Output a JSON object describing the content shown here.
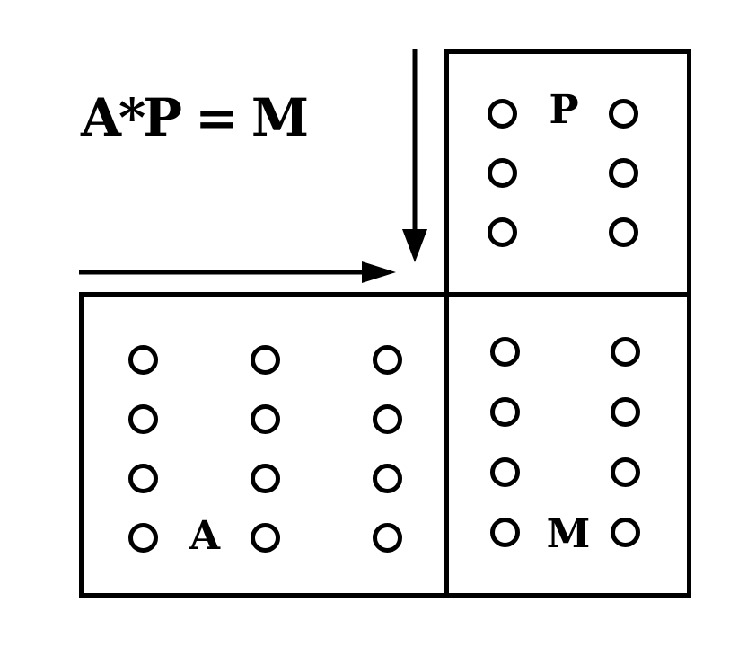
{
  "colors": {
    "ink": "#000000",
    "background": "#ffffff"
  },
  "equation": {
    "text": "A*P = M"
  },
  "matrices": {
    "P": {
      "label": "P",
      "rows": 3,
      "cols": 2
    },
    "A": {
      "label": "A",
      "rows": 4,
      "cols": 3
    },
    "M": {
      "label": "M",
      "rows": 4,
      "cols": 2
    }
  },
  "icons": {
    "down_arrow": "↓",
    "right_arrow": "→"
  }
}
